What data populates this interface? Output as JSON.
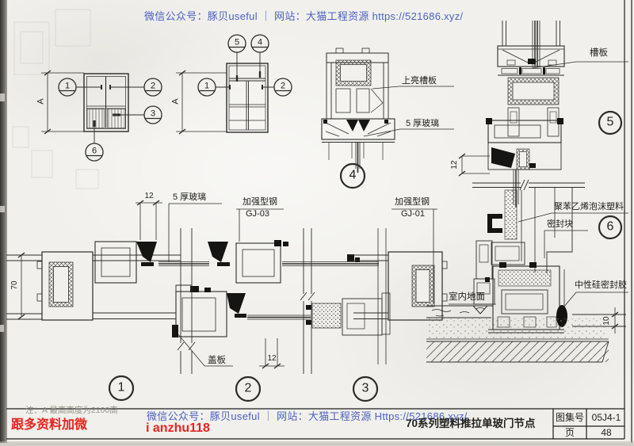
{
  "watermark": {
    "top": "微信公众号：豚贝useful ｜ 网站：大猫工程资源 https://521686.xyz/",
    "bottom": "微信公众号：豚贝useful ｜ 网站：大猫工程资源 Https://521686.xyz/",
    "color": "#3d55be"
  },
  "promo": {
    "line1": "跟多资料加微",
    "line2": "i anzhu118",
    "color": "#e8231d"
  },
  "note": {
    "text": "注：A 最高高度为2100高"
  },
  "title_block": {
    "title": "70系列塑料推拉单玻门节点",
    "rows": [
      {
        "label": "图集号",
        "value": "05J4-1"
      },
      {
        "label": "页",
        "value": "48"
      }
    ]
  },
  "annotations": {
    "upper_channel_plate": "上亮槽板",
    "glass_5mm": "5 厚玻璃",
    "reinforced_steel": "加强型钢",
    "gj03": "GJ-03",
    "gj01": "GJ-01",
    "cover_plate": "盖板",
    "channel_plate": "槽板",
    "polystyrene_foam": "聚苯乙烯泡沫塑料",
    "seal_block": "密封块",
    "neutral_silicone_sealant": "中性硅密封胶",
    "indoor_floor": "室内地面"
  },
  "dimensions": {
    "d12": "12",
    "d70": "70",
    "d10": "10",
    "dA": "A"
  },
  "bubbles": {
    "n1": "1",
    "n2": "2",
    "n3": "3",
    "n4": "4",
    "n5": "5",
    "n6": "6"
  }
}
